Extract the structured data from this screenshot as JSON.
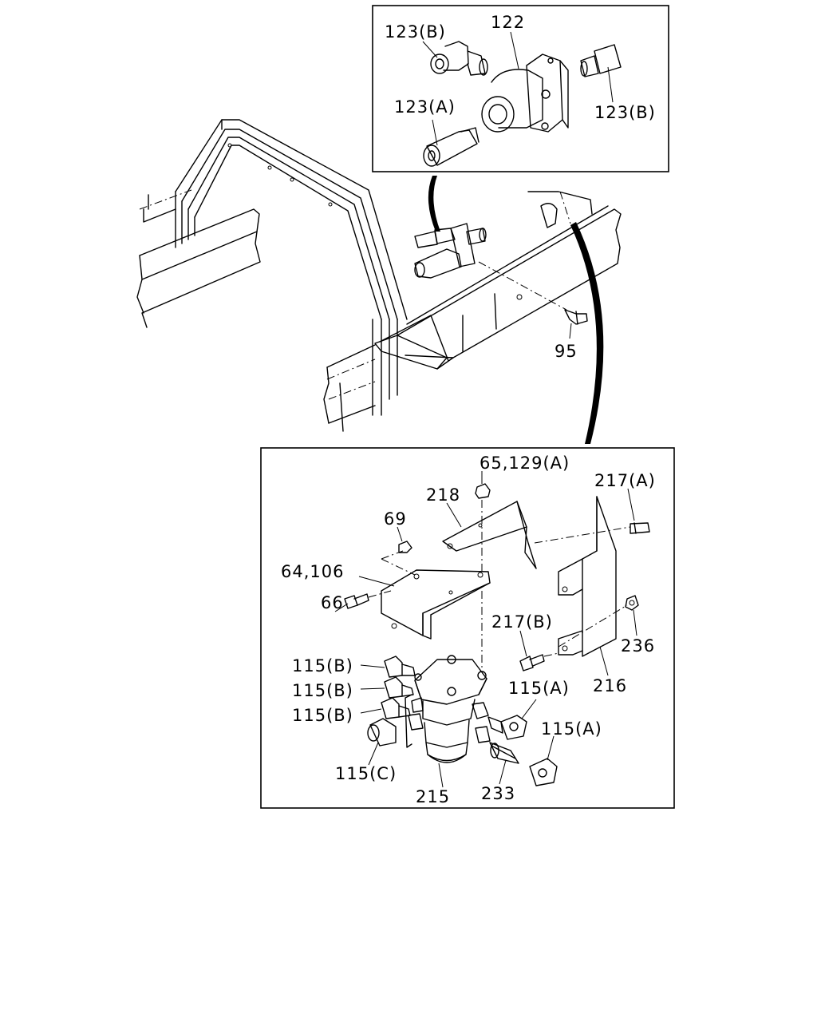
{
  "callouts": {
    "p123b_top": "123(B)",
    "p122": "122",
    "p123a": "123(A)",
    "p123b_right": "123(B)",
    "p95": "95",
    "p65_129a": "65,129(A)",
    "p217a": "217(A)",
    "p218": "218",
    "p69": "69",
    "p64_106": "64,106",
    "p66": "66",
    "p217b": "217(B)",
    "p236": "236",
    "p216": "216",
    "p115b_1": "115(B)",
    "p115b_2": "115(B)",
    "p115b_3": "115(B)",
    "p115a_1": "115(A)",
    "p115a_2": "115(A)",
    "p115c": "115(C)",
    "p215": "215",
    "p233": "233"
  }
}
